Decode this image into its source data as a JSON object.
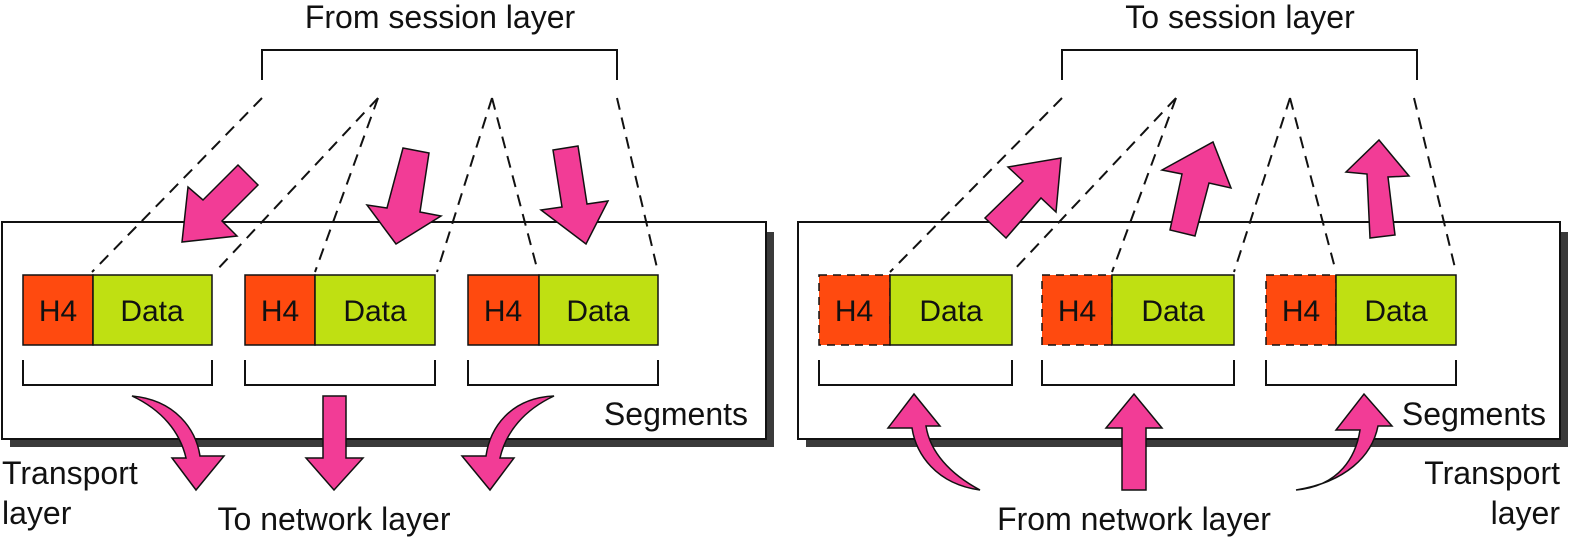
{
  "colors": {
    "header": "#ff4a0f",
    "data": "#bfe012",
    "arrow": "#f23c96",
    "shadow": "#3a3a3a"
  },
  "left": {
    "top_label": "From session layer",
    "bottom_label": "To network layer",
    "segments_label": "Segments",
    "transport_label_line1": "Transport",
    "transport_label_line2": "layer",
    "packets": [
      {
        "header": "H4",
        "data": "Data"
      },
      {
        "header": "H4",
        "data": "Data"
      },
      {
        "header": "H4",
        "data": "Data"
      }
    ]
  },
  "right": {
    "top_label": "To session layer",
    "bottom_label": "From network layer",
    "segments_label": "Segments",
    "transport_label_line1": "Transport",
    "transport_label_line2": "layer",
    "packets": [
      {
        "header": "H4",
        "data": "Data"
      },
      {
        "header": "H4",
        "data": "Data"
      },
      {
        "header": "H4",
        "data": "Data"
      }
    ]
  }
}
